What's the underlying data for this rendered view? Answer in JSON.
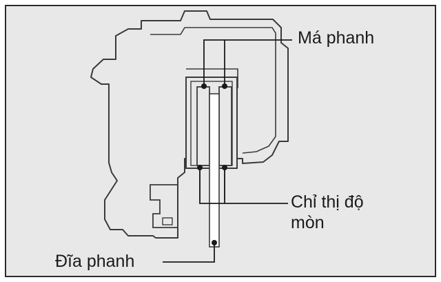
{
  "labels": {
    "brake_pads": "Má phanh",
    "wear_indicator_line1": "Chỉ thị độ",
    "wear_indicator_line2": "mòn",
    "brake_disc": "Đĩa phanh"
  },
  "colors": {
    "background": "#e8e8e8",
    "frame": "#2b2b2b",
    "outline": "#3a3a3a",
    "disc_fill": "#ffffff",
    "text": "#1a1a1a"
  }
}
